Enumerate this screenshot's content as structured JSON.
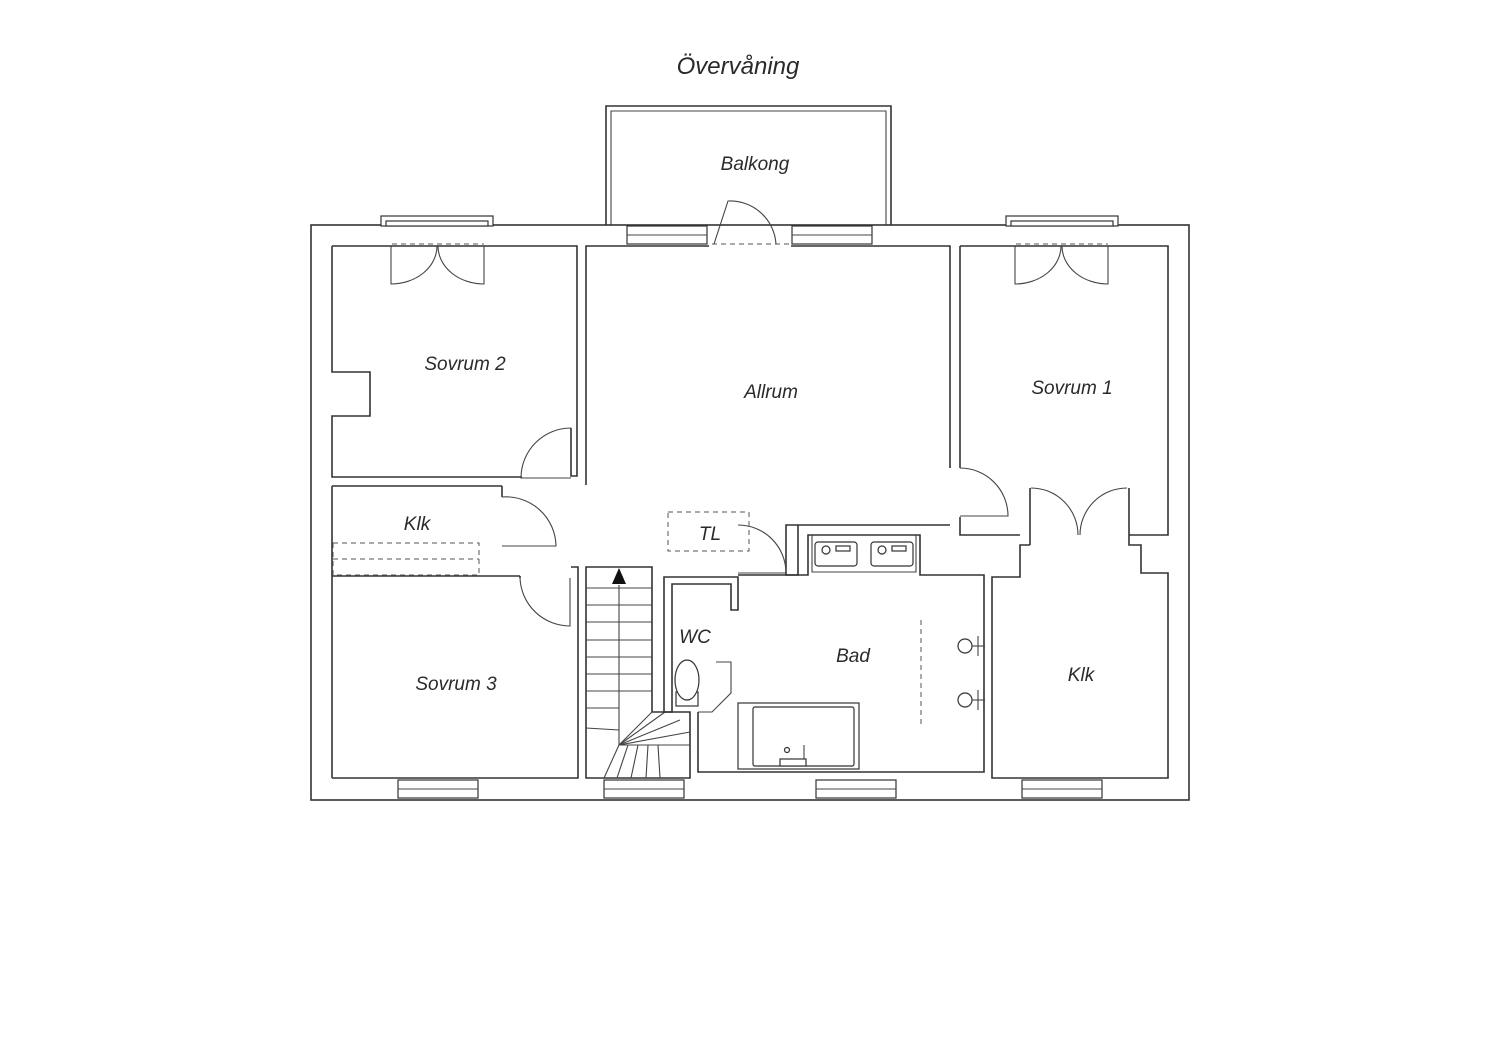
{
  "title": "Övervåning",
  "rooms": {
    "balkong": "Balkong",
    "sovrum2": "Sovrum 2",
    "allrum": "Allrum",
    "sovrum1": "Sovrum 1",
    "klk_left": "Klk",
    "tl": "TL",
    "wc": "WC",
    "bad": "Bad",
    "sovrum3": "Sovrum 3",
    "klk_right": "Klk"
  },
  "stairs": {
    "direction": "up",
    "arrow_icon": "arrow-up-icon"
  }
}
